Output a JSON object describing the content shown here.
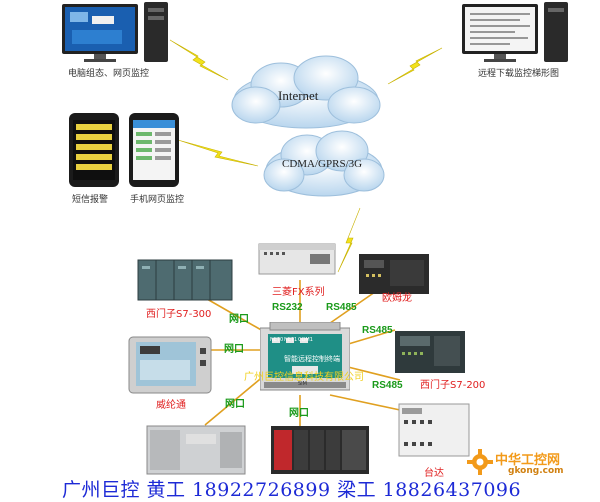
{
  "clouds": {
    "internet": "Internet",
    "cdma": "CDMA/GPRS/3G"
  },
  "devices": {
    "pc_left": "电脑组态、网页监控",
    "pc_right": "远程下载监控梯形图",
    "sms": "短信报警",
    "mobile_web": "手机网页监控",
    "mitsubishi": "三菱FX系列",
    "omron": "欧姆龙",
    "siemens_300": "西门子S7-300",
    "siemens_200": "西门子S7-200",
    "weinview": "威纶通",
    "delta": "台达"
  },
  "links": {
    "rs232": "RS232",
    "rs485_top": "RS485",
    "rs485_right": "RS485",
    "rs485_low": "RS485",
    "net_left_top": "网口",
    "net_left_mid": "网口",
    "net_left_low": "网口",
    "net_bottom": "网口"
  },
  "controller": {
    "title": "智能远程控制终端",
    "company": "广州巨控信息科技有限公司",
    "port_1": "NET0",
    "port_2": "NET1",
    "port_3": "COM1",
    "port_4": "SIM"
  },
  "footer": "广州巨控  黄工  18922726899  梁工  18826437096",
  "watermark": {
    "brand": "中华工控网",
    "url": "gkong.com"
  },
  "colors": {
    "footer": "#1d2ad6",
    "device_label": "#e02020",
    "interface_label": "#1a9a1a",
    "lightning": "#f2e21c"
  }
}
